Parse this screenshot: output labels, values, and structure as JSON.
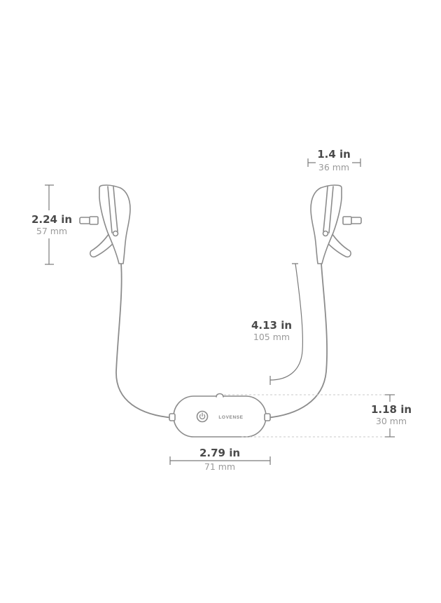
{
  "dimensions": {
    "clamp_height": {
      "imperial": "2.24 in",
      "metric": "57 mm"
    },
    "clamp_width": {
      "imperial": "1.4 in",
      "metric": "36 mm"
    },
    "cable_length": {
      "imperial": "4.13 in",
      "metric": "105 mm"
    },
    "controller_height": {
      "imperial": "1.18 in",
      "metric": "30 mm"
    },
    "controller_width": {
      "imperial": "2.79 in",
      "metric": "71 mm"
    }
  },
  "controller": {
    "brand_text": "LOVENSE",
    "power_icon": "power-icon"
  },
  "colors": {
    "outline": "#8c8c8c",
    "dimension_line": "#7a7a7a",
    "primary_text": "#4a4a4a",
    "secondary_text": "#9a9a9a"
  }
}
